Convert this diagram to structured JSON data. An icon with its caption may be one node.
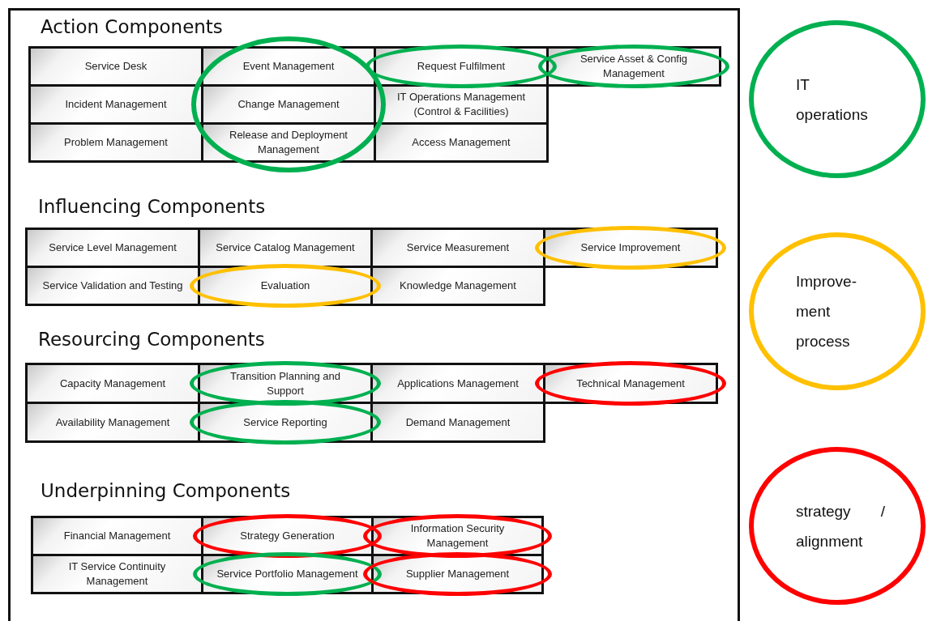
{
  "diagram": {
    "nodes": [
      {
        "text": [
          "Action Components"
        ]
      },
      {
        "text": [
          "Service Desk"
        ],
        "in": 0
      },
      {
        "text": [
          "Event Management"
        ],
        "in": 0
      },
      {
        "text": [
          "Request Fulfilment"
        ],
        "in": 0
      },
      {
        "text": [
          "Service Asset & Config Management"
        ],
        "in": 0
      },
      {
        "text": [
          "Incident Management"
        ],
        "in": 0
      },
      {
        "text": [
          "Change Management"
        ],
        "in": 0
      },
      {
        "text": [
          "IT Operations Management (Control & Facilities)"
        ],
        "in": 0
      },
      {
        "text": [
          "Problem Management"
        ],
        "in": 0
      },
      {
        "text": [
          "Release and Deployment Management"
        ],
        "in": 0
      },
      {
        "text": [
          "Access Management"
        ],
        "in": 0
      },
      {
        "text": [
          "Influencing Components"
        ]
      },
      {
        "text": [
          "Service Level Management"
        ],
        "in": 11
      },
      {
        "text": [
          "Service Catalog Management"
        ],
        "in": 11
      },
      {
        "text": [
          "Service Measurement"
        ],
        "in": 11
      },
      {
        "text": [
          "Service Improvement"
        ],
        "in": 11
      },
      {
        "text": [
          "Service Validation and Testing"
        ],
        "in": 11
      },
      {
        "text": [
          "Evaluation"
        ],
        "in": 11
      },
      {
        "text": [
          "Knowledge Management"
        ],
        "in": 11
      },
      {
        "text": [
          "Resourcing Components"
        ]
      },
      {
        "text": [
          "Capacity Management"
        ],
        "in": 19
      },
      {
        "text": [
          "Transition Planning and Support"
        ],
        "in": 19
      },
      {
        "text": [
          "Applications Management"
        ],
        "in": 19
      },
      {
        "text": [
          "Technical Management"
        ],
        "in": 19
      },
      {
        "text": [
          "Availability Management"
        ],
        "in": 19
      },
      {
        "text": [
          "Service Reporting"
        ],
        "in": 19
      },
      {
        "text": [
          "Demand Management"
        ],
        "in": 19
      },
      {
        "text": [
          "Underpinning Components"
        ]
      },
      {
        "text": [
          "Financial Management"
        ],
        "in": 27
      },
      {
        "text": [
          "Strategy Generation"
        ],
        "in": 27
      },
      {
        "text": [
          "Information Security Management"
        ],
        "in": 27
      },
      {
        "text": [
          "IT Service Continuity Management"
        ],
        "in": 27
      },
      {
        "text": [
          "Service Portfolio Management"
        ],
        "in": 27
      },
      {
        "text": [
          "Supplier Management"
        ],
        "in": 27
      }
    ],
    "edges": [],
    "legend": [
      {
        "text": "IT operations",
        "color": "#00b050"
      },
      {
        "text": "Improve-ment process",
        "color": "#ffc000"
      },
      {
        "text": "strategy / alignment",
        "color": "#ff0000"
      }
    ]
  }
}
